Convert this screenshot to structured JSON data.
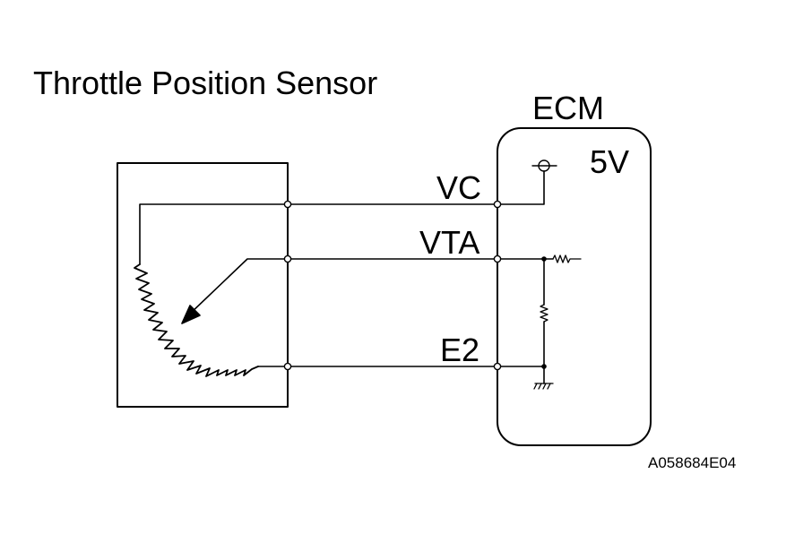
{
  "title": "Throttle Position Sensor",
  "ecm": {
    "label": "ECM",
    "supply": "5V"
  },
  "terminals": {
    "vc": "VC",
    "vta": "VTA",
    "e2": "E2"
  },
  "figure_code": "A058684E04"
}
